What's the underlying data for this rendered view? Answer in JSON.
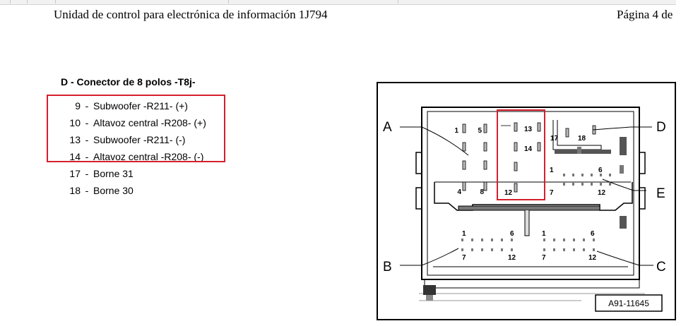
{
  "header": {
    "title": "Unidad de control para electrónica de información 1J794",
    "page": "Página 4 de"
  },
  "section": {
    "title": "D - Conector de 8 polos -T8j-"
  },
  "pins": [
    {
      "num": "9",
      "label": "Subwoofer -R211- (+)"
    },
    {
      "num": "10",
      "label": "Altavoz central -R208- (+)"
    },
    {
      "num": "13",
      "label": "Subwoofer -R211- (-)"
    },
    {
      "num": "14",
      "label": "Altavoz central -R208- (-)"
    },
    {
      "num": "17",
      "label": "Borne 31"
    },
    {
      "num": "18",
      "label": "Borne 30"
    }
  ],
  "pin_separator": "-",
  "highlight_color": "#d4202c",
  "diagram": {
    "callouts": {
      "a": "A",
      "b": "B",
      "c": "C",
      "d": "D",
      "e": "E"
    },
    "pins_a": {
      "p1": "1",
      "p5": "5",
      "p4": "4",
      "p8": "8"
    },
    "pins_d_highlight": {
      "p13": "13",
      "p14": "14",
      "p12": "12"
    },
    "pins_d": {
      "p17": "17",
      "p18": "18"
    },
    "pins_e": {
      "p1": "1",
      "p6": "6",
      "p7": "7",
      "p12": "12"
    },
    "pins_b": {
      "p1": "1",
      "p6": "6",
      "p7": "7",
      "p12": "12"
    },
    "pins_c": {
      "p1": "1",
      "p6": "6",
      "p7": "7",
      "p12": "12"
    },
    "figure_code": "A91-11645"
  }
}
